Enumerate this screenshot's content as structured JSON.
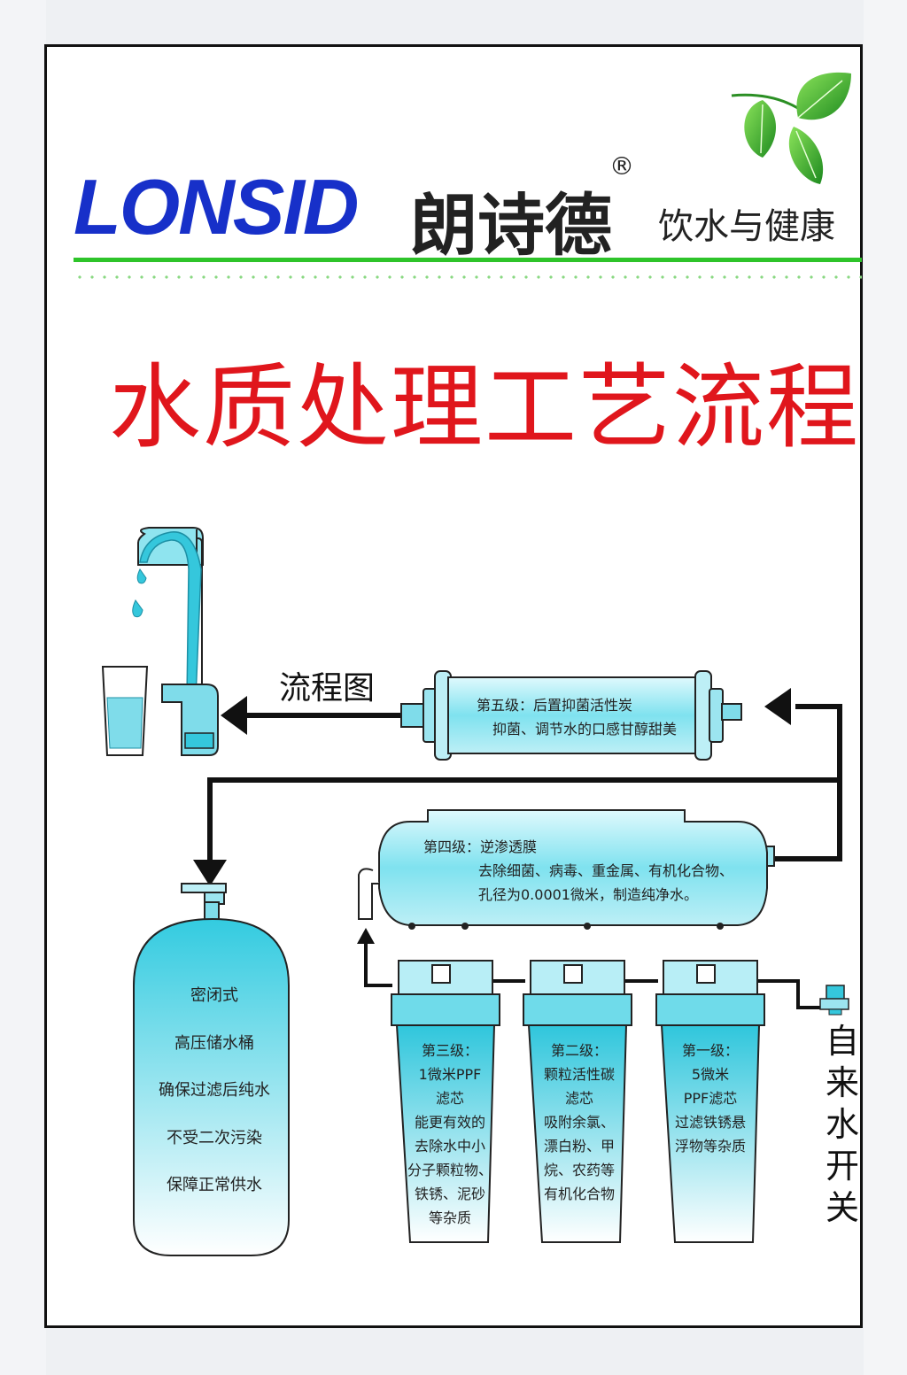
{
  "colors": {
    "brand_blue": "#1730c9",
    "title_red": "#e0161c",
    "accent_green": "#2ec42a",
    "filter_cyan": "#35cfe0",
    "line_black": "#111111"
  },
  "header": {
    "logo_text": "LONSID",
    "brand_cn": "朗诗德",
    "registered": "®",
    "slogan": "饮水与健康"
  },
  "title": "水质处理工艺流程",
  "diagram": {
    "flow_label": "流程图",
    "stage5": {
      "line1": "第五级：后置抑菌活性炭",
      "line2": "抑菌、调节水的口感甘醇甜美"
    },
    "stage4": {
      "line1": "第四级：逆渗透膜",
      "line2": "去除细菌、病毒、重金属、有机化合物、",
      "line3": "孔径为0.0001微米，制造纯净水。"
    },
    "stage3": [
      "第三级：",
      "1微米PPF",
      "滤芯",
      "能更有效的",
      "去除水中小",
      "分子颗粒物、",
      "铁锈、泥砂",
      "等杂质"
    ],
    "stage2": [
      "第二级：",
      "颗粒活性碳",
      "滤芯",
      "吸附余氯、",
      "漂白粉、甲",
      "烷、农药等",
      "有机化合物"
    ],
    "stage1": [
      "第一级：",
      "5微米",
      "PPF滤芯",
      "过滤铁锈悬",
      "浮物等杂质"
    ],
    "tank": [
      "密闭式",
      "高压储水桶",
      "确保过滤后纯水",
      "不受二次污染",
      "保障正常供水"
    ],
    "inlet_switch": [
      "自",
      "来",
      "水",
      "开",
      "关"
    ]
  },
  "icons": [
    "leaf-icon",
    "faucet-icon",
    "water-glass-icon",
    "arrow-icon",
    "water-drop-icon"
  ]
}
